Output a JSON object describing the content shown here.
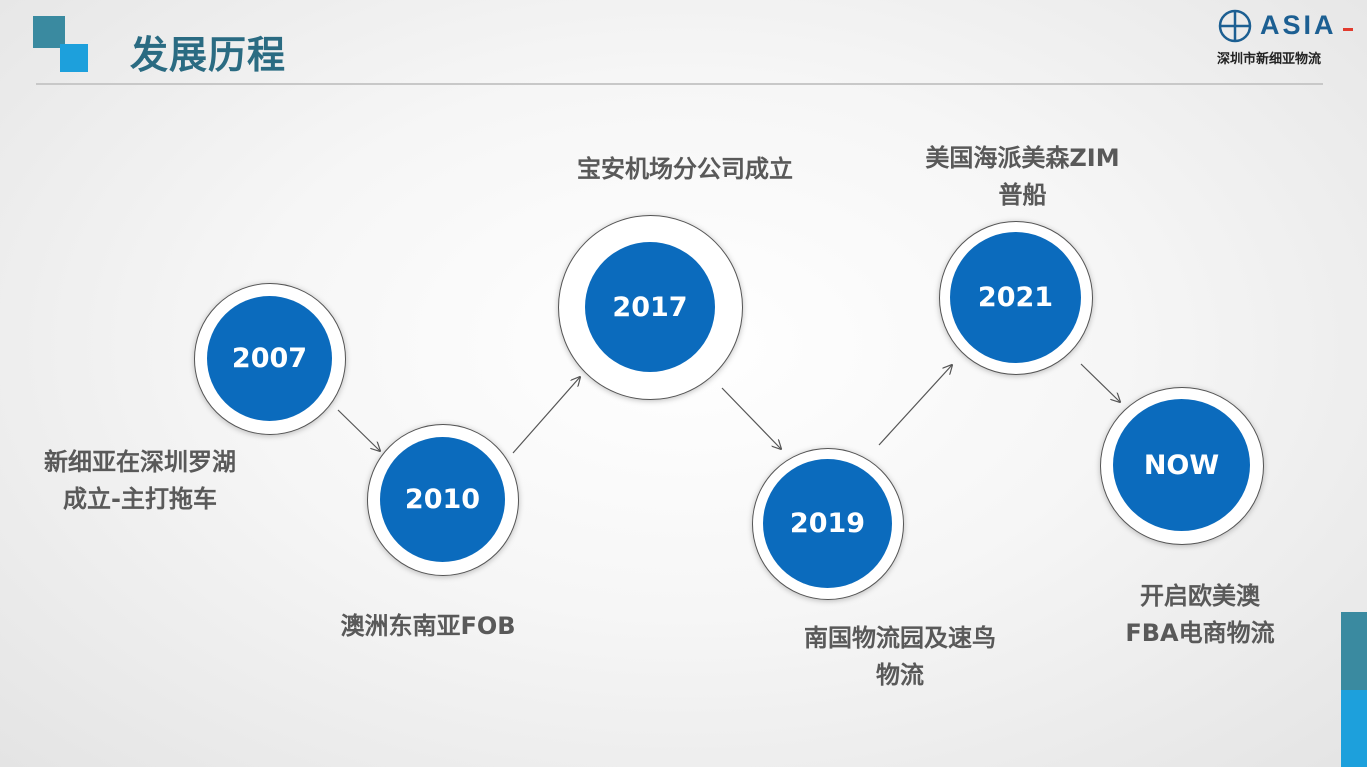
{
  "header": {
    "title": "发展历程",
    "logo_text": "ASIA",
    "logo_subtitle": "深圳市新细亚物流"
  },
  "timeline": [
    {
      "year": "2007",
      "line1": "新细亚在深圳罗湖",
      "line2": "成立-主打拖车"
    },
    {
      "year": "2010",
      "line1": "澳洲东南亚FOB",
      "line2": ""
    },
    {
      "year": "2017",
      "line1": "宝安机场分公司成立",
      "line2": ""
    },
    {
      "year": "2019",
      "line1": "南国物流园及速鸟",
      "line2": "物流"
    },
    {
      "year": "2021",
      "line1": "美国海派美森ZIM",
      "line2": "普船"
    },
    {
      "year": "NOW",
      "line1": "开启欧美澳",
      "line2": "FBA电商物流"
    }
  ],
  "colors": {
    "accent_teal": "#3a8aa0",
    "accent_blue": "#1da0dc",
    "node_blue": "#0b6bbd",
    "title_color": "#2a6b82",
    "label_gray": "#595959"
  }
}
